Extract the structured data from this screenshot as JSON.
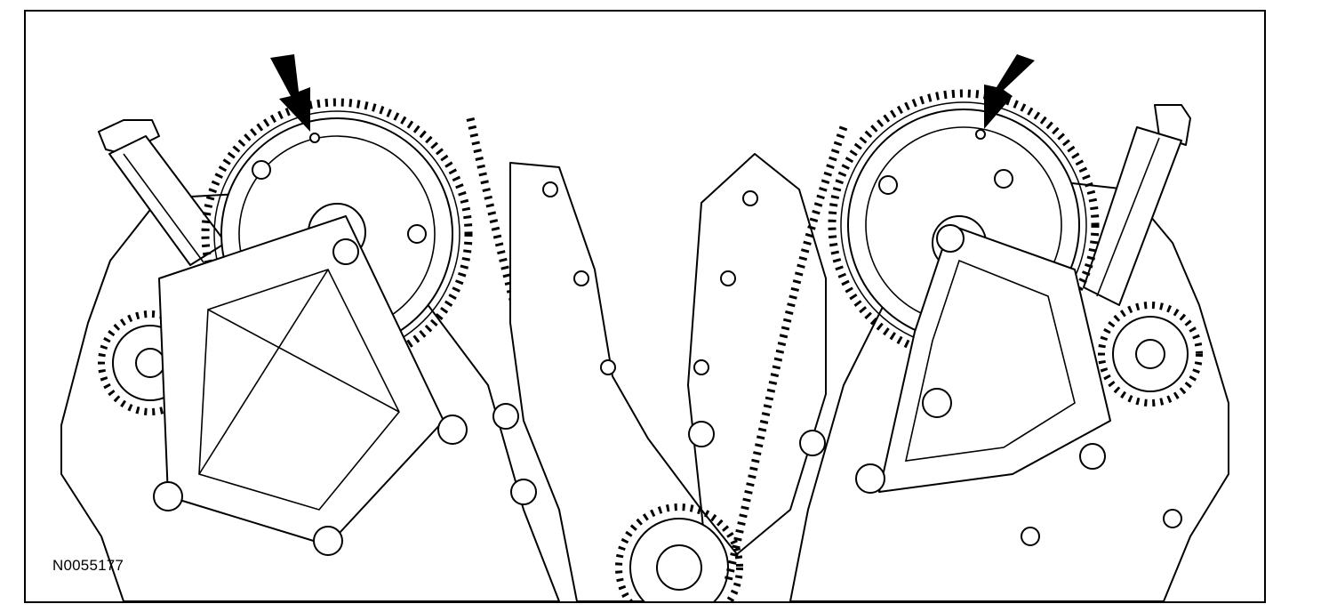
{
  "figure": {
    "id_label": "N0055177"
  },
  "callouts": [
    {
      "name": "left-camshaft-sprocket-timing-mark",
      "pointer": "arrow-icon"
    },
    {
      "name": "right-camshaft-sprocket-timing-mark",
      "pointer": "arrow-icon"
    }
  ],
  "colors": {
    "line": "#000000",
    "background": "#ffffff"
  }
}
